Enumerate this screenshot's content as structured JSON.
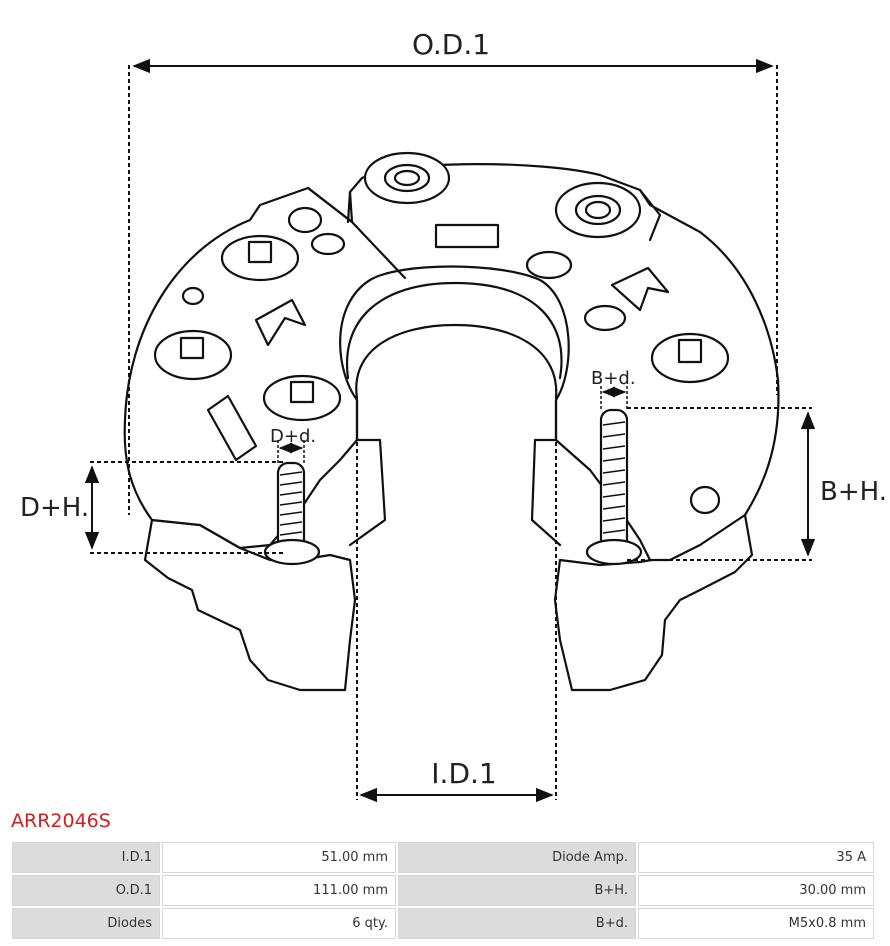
{
  "diagram": {
    "labels": {
      "od": "O.D.1",
      "id": "I.D.1",
      "dh": "D+H.",
      "dd": "D+d.",
      "bh": "B+H.",
      "bd": "B+d."
    }
  },
  "product": {
    "code": "ARR2046S"
  },
  "specs": [
    [
      {
        "label": "I.D.1",
        "value": "51.00 mm"
      },
      {
        "label": "Diode Amp.",
        "value": "35 A"
      }
    ],
    [
      {
        "label": "O.D.1",
        "value": "111.00 mm"
      },
      {
        "label": "B+H.",
        "value": "30.00 mm"
      }
    ],
    [
      {
        "label": "Diodes",
        "value": "6 qty."
      },
      {
        "label": "B+d.",
        "value": "M5x0.8 mm"
      }
    ]
  ]
}
